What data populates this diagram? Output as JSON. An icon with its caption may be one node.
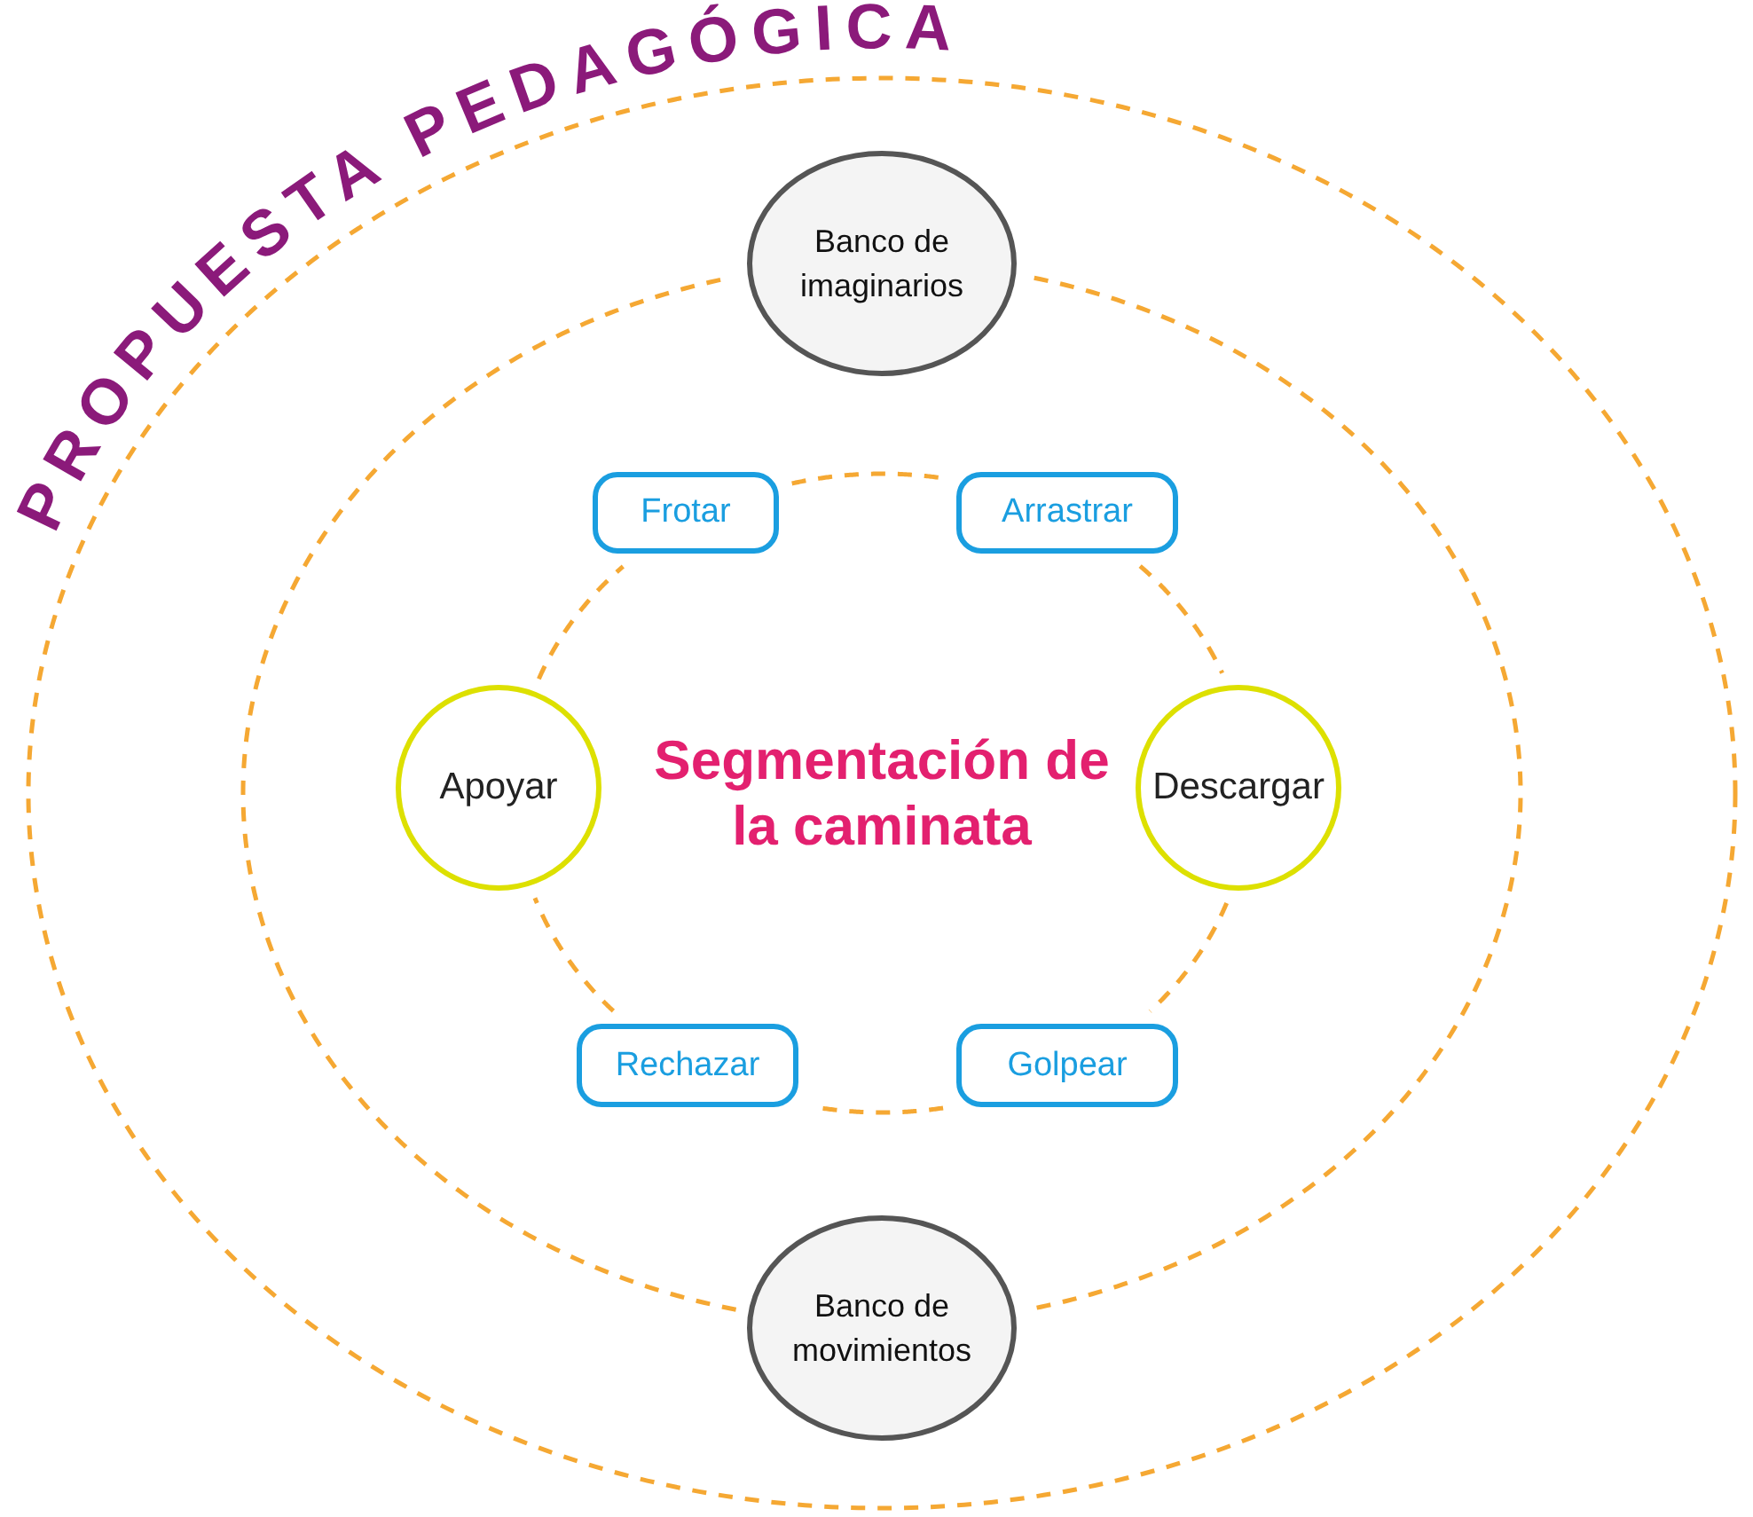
{
  "diagram": {
    "title": "PROPUESTA PEDAGÓGICA",
    "nodes": [
      {
        "text": [
          "Banco de imaginarios"
        ]
      },
      {
        "text": [
          "Frotar"
        ]
      },
      {
        "text": [
          "Arrastrar"
        ]
      },
      {
        "text": [
          "Apoyar"
        ]
      },
      {
        "text": [
          "Descargar"
        ]
      },
      {
        "text": [
          "Rechazar"
        ]
      },
      {
        "text": [
          "Golpear"
        ]
      },
      {
        "text": [
          "Banco de movimientos"
        ]
      }
    ],
    "edges": [
      {
        "from": 1,
        "to": 2,
        "arrow": "none",
        "style": "dashed"
      },
      {
        "from": 2,
        "to": 4,
        "arrow": "none",
        "style": "dashed"
      },
      {
        "from": 4,
        "to": 6,
        "arrow": "none",
        "style": "dashed"
      },
      {
        "from": 6,
        "to": 5,
        "arrow": "none",
        "style": "dashed"
      },
      {
        "from": 5,
        "to": 3,
        "arrow": "none",
        "style": "dashed"
      },
      {
        "from": 3,
        "to": 1,
        "arrow": "none",
        "style": "dashed"
      },
      {
        "from": 0,
        "to": 7,
        "arrow": "none",
        "style": "dashed"
      },
      {
        "from": 7,
        "to": 0,
        "arrow": "none",
        "style": "dashed"
      }
    ],
    "labels": [
      "Segmentación de la caminata"
    ]
  }
}
